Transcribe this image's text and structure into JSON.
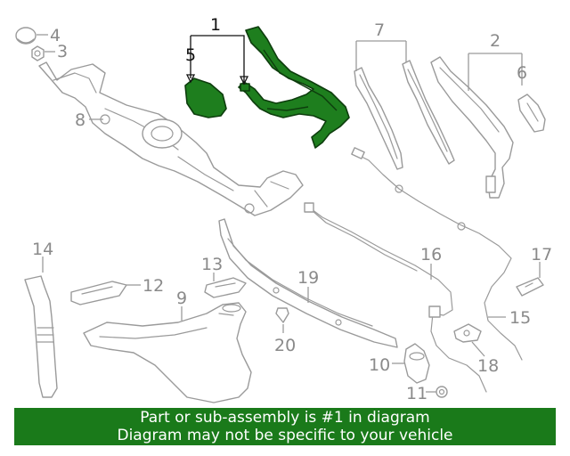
{
  "callouts": {
    "c1": "1",
    "c2": "2",
    "c3": "3",
    "c4": "4",
    "c5": "5",
    "c6": "6",
    "c7": "7",
    "c8": "8",
    "c9": "9",
    "c10": "10",
    "c11": "11",
    "c12": "12",
    "c13": "13",
    "c14": "14",
    "c15": "15",
    "c16": "16",
    "c17": "17",
    "c18": "18",
    "c19": "19",
    "c20": "20"
  },
  "highlighted_part": "1",
  "banner": {
    "line1": "Part or sub-assembly is #1 in diagram",
    "line2": "Diagram may not be specific to your vehicle"
  },
  "colors": {
    "highlight": "#1e7e1e",
    "banner": "#1a7a1a",
    "line_art": "#9a9a9a"
  }
}
